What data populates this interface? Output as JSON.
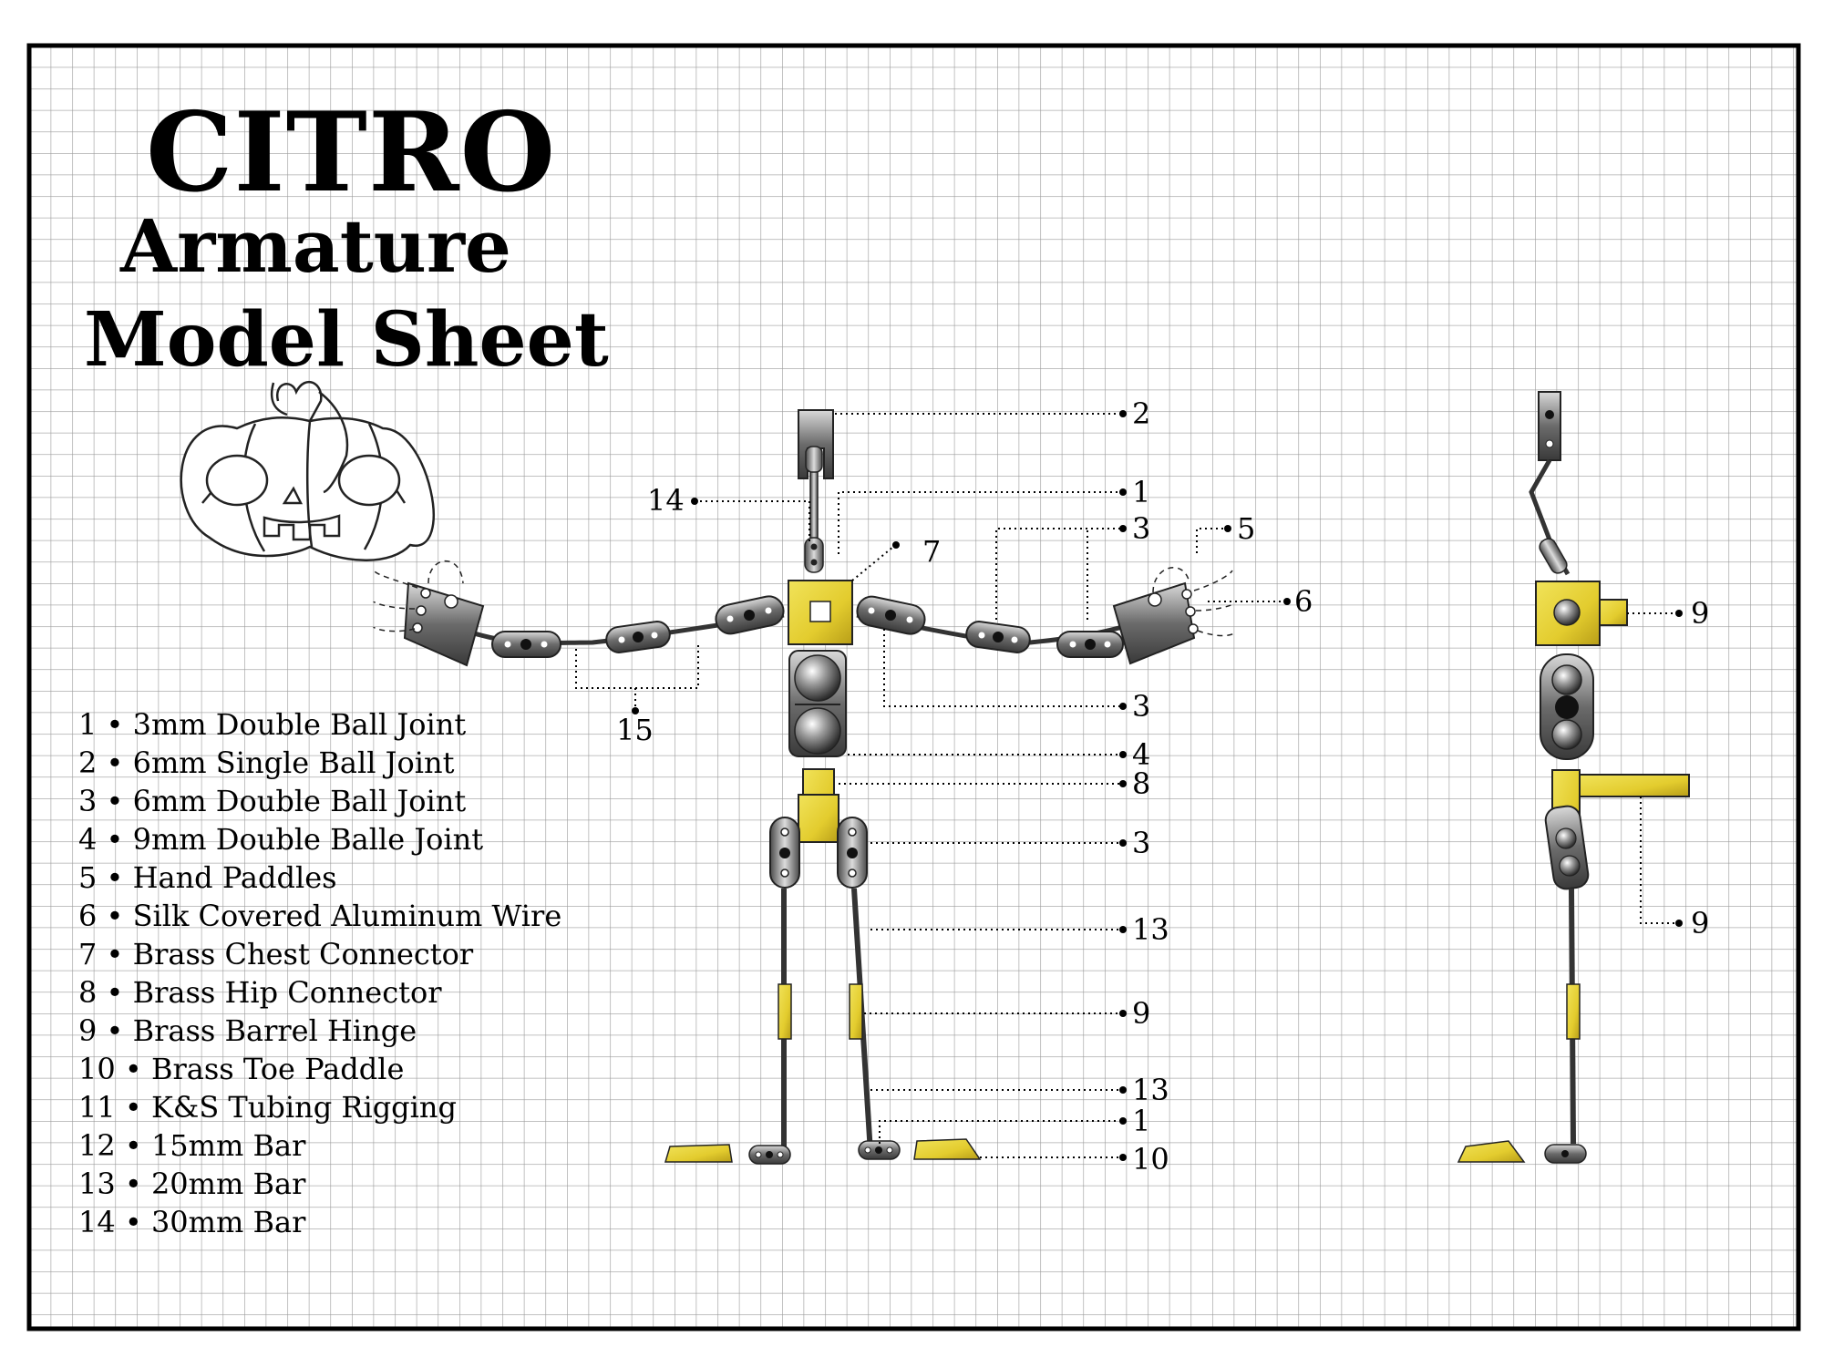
{
  "title": {
    "line1": "CITRO",
    "line2": "Armature",
    "line3": "Model Sheet"
  },
  "legend": [
    "1 • 3mm Double Ball Joint",
    "2 • 6mm Single Ball Joint",
    "3 • 6mm Double Ball Joint",
    "4 • 9mm Double Balle Joint",
    "5 • Hand Paddles",
    "6 • Silk Covered Aluminum Wire",
    "7 • Brass Chest Connector",
    "8 • Brass Hip Connector",
    "9 • Brass Barrel Hinge",
    "10 • Brass Toe Paddle",
    "11 • K&S Tubing Rigging",
    "12 • 15mm Bar",
    "13 • 20mm Bar",
    "14 • 30mm Bar"
  ],
  "callouts": {
    "c2": "2",
    "c1a": "1",
    "c14": "14",
    "c3a": "3",
    "c5": "5",
    "c7": "7",
    "c6": "6",
    "c15": "15",
    "c3b": "3",
    "c4": "4",
    "c8": "8",
    "c3c": "3",
    "c13a": "13",
    "c9a": "9",
    "c13b": "13",
    "c1b": "1",
    "c10": "10",
    "c9s1": "9",
    "c9s2": "9"
  },
  "colors": {
    "brass": "#e8d23a",
    "steel": "#6e6e6e",
    "grid": "#9a9a9a",
    "border": "#000000"
  },
  "icons": [
    "pumpkin-icon",
    "armature-front-icon",
    "armature-side-icon"
  ]
}
